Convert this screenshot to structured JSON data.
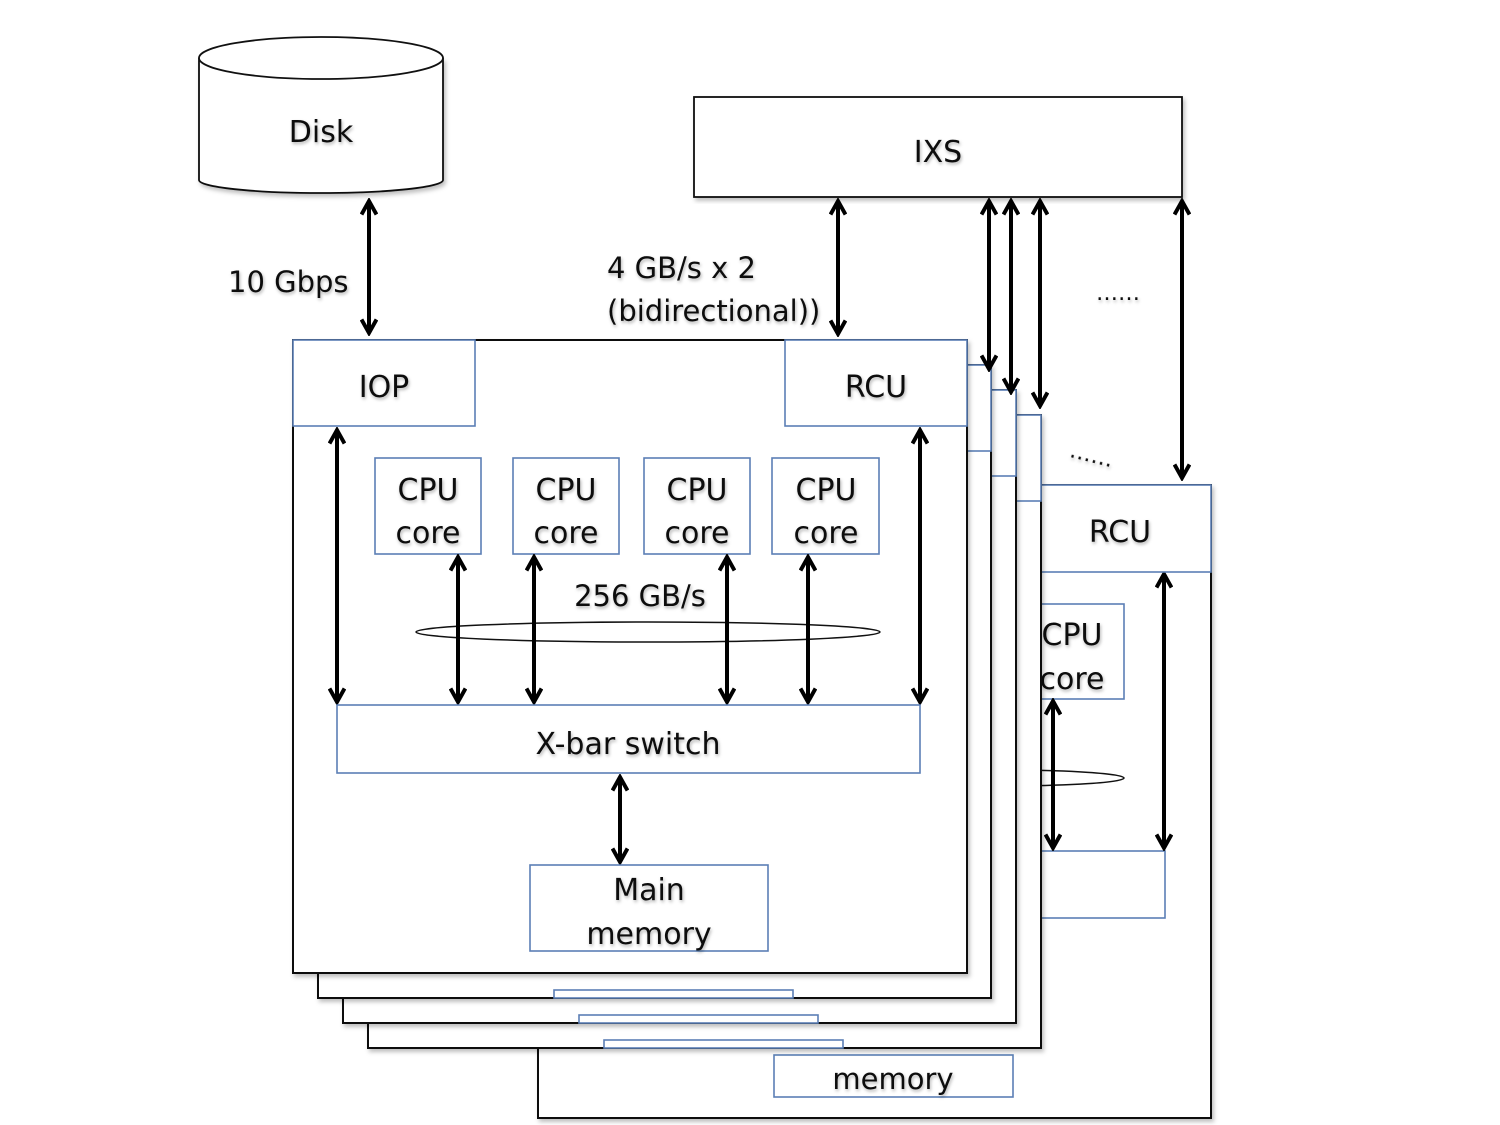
{
  "diagram": {
    "type": "system-architecture",
    "disk": {
      "label": "Disk"
    },
    "ixs": {
      "label": "IXS"
    },
    "links": {
      "disk_to_iop": "10 Gbps",
      "ixs_to_rcu_line1": "4 GB/s x 2",
      "ixs_to_rcu_line2": "(bidirectional))",
      "cpu_to_xbar": "256 GB/s"
    },
    "ellipsis": {
      "top_right": "……",
      "between_nodes": "……"
    },
    "front_node": {
      "iop": "IOP",
      "rcu": "RCU",
      "cpu_cores": [
        {
          "line1": "CPU",
          "line2": "core"
        },
        {
          "line1": "CPU",
          "line2": "core"
        },
        {
          "line1": "CPU",
          "line2": "core"
        },
        {
          "line1": "CPU",
          "line2": "core"
        }
      ],
      "xbar": "X-bar switch",
      "memory_line1": "Main",
      "memory_line2": "memory"
    },
    "back_node": {
      "rcu": "RCU",
      "cpu_line1": "CPU",
      "cpu_line2": "core",
      "memory": "memory"
    },
    "stacked_node_count": 3
  }
}
